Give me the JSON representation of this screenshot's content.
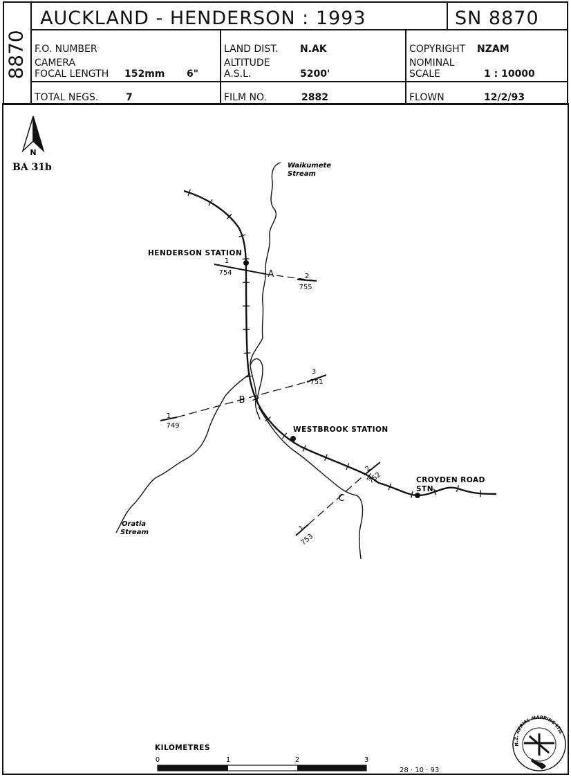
{
  "header": {
    "side_code": "8870",
    "title": "AUCKLAND - HENDERSON : 1993",
    "sn": "SN 8870",
    "fo_number_label": "F.O. NUMBER",
    "land_dist_label": "LAND DIST.",
    "land_dist_value": "N.AK",
    "copyright_label": "COPYRIGHT",
    "copyright_value": "NZAM",
    "camera_label": "CAMERA",
    "focal_length_label": "FOCAL LENGTH",
    "focal_length_value": "152mm",
    "focal_length_inches": "6\"",
    "altitude_label": "ALTITUDE",
    "asl_label": "A.S.L.",
    "altitude_value": "5200'",
    "nominal_label": "NOMINAL",
    "scale_label": "SCALE",
    "scale_value": "1 : 10000",
    "total_negs_label": "TOTAL NEGS.",
    "total_negs_value": "7",
    "film_no_label": "FILM NO.",
    "film_no_value": "2882",
    "flown_label": "FLOWN",
    "flown_value": "12/2/93"
  },
  "north_label": "N",
  "sheet_ref": "BA 31b",
  "map": {
    "stations": {
      "henderson": "HENDERSON STATION",
      "westbrook": "WESTBROOK STATION",
      "croyden_1": "CROYDEN ROAD",
      "croyden_2": "STN."
    },
    "streams": {
      "waikumete_1": "Waikumete",
      "waikumete_2": "Stream",
      "oratia_1": "Oratia",
      "oratia_2": "Stream"
    },
    "run_a": {
      "letter": "A",
      "start_num": "1",
      "start_frame": "754",
      "end_num": "2",
      "end_frame": "755"
    },
    "run_b": {
      "letter": "B",
      "start_num": "1",
      "start_frame": "749",
      "end_num": "3",
      "end_frame": "751"
    },
    "run_c": {
      "letter": "C",
      "start_num": "1",
      "start_frame": "753",
      "end_num": "2",
      "end_frame": "752"
    }
  },
  "scale_bar": {
    "title": "KILOMETRES",
    "ticks": [
      "0",
      "1",
      "2",
      "3"
    ],
    "date": "28 · 10 · 93"
  },
  "logo": {
    "text": "N.Z. AERIAL MAPPING LTD."
  }
}
